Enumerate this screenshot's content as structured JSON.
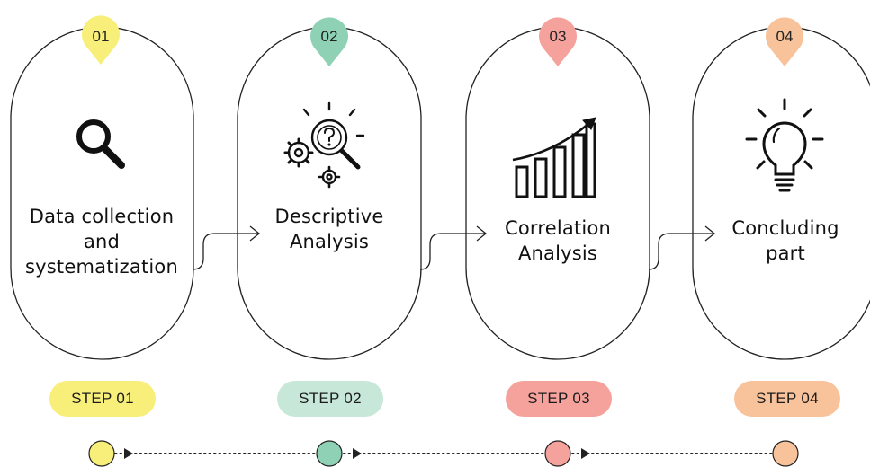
{
  "steps": [
    {
      "number": "01",
      "title": [
        "Data collection",
        "and",
        "systematization"
      ],
      "badge": "STEP 01",
      "color": "#f8ef7a",
      "icon": "magnifier-icon"
    },
    {
      "number": "02",
      "title": [
        "Descriptive",
        "Analysis"
      ],
      "badge": "STEP 02",
      "color": "#8fd1b4",
      "icon": "gears-question-icon"
    },
    {
      "number": "03",
      "title": [
        "Correlation",
        "Analysis"
      ],
      "badge": "STEP 03",
      "color": "#f5a29d",
      "icon": "growth-chart-icon"
    },
    {
      "number": "04",
      "title": [
        "Concluding",
        "part"
      ],
      "badge": "STEP 04",
      "color": "#f8c29a",
      "icon": "lightbulb-icon"
    }
  ],
  "pill_colors": [
    "#f8ef7a",
    "#c7e8d9",
    "#f5a29d",
    "#f8c29a"
  ]
}
